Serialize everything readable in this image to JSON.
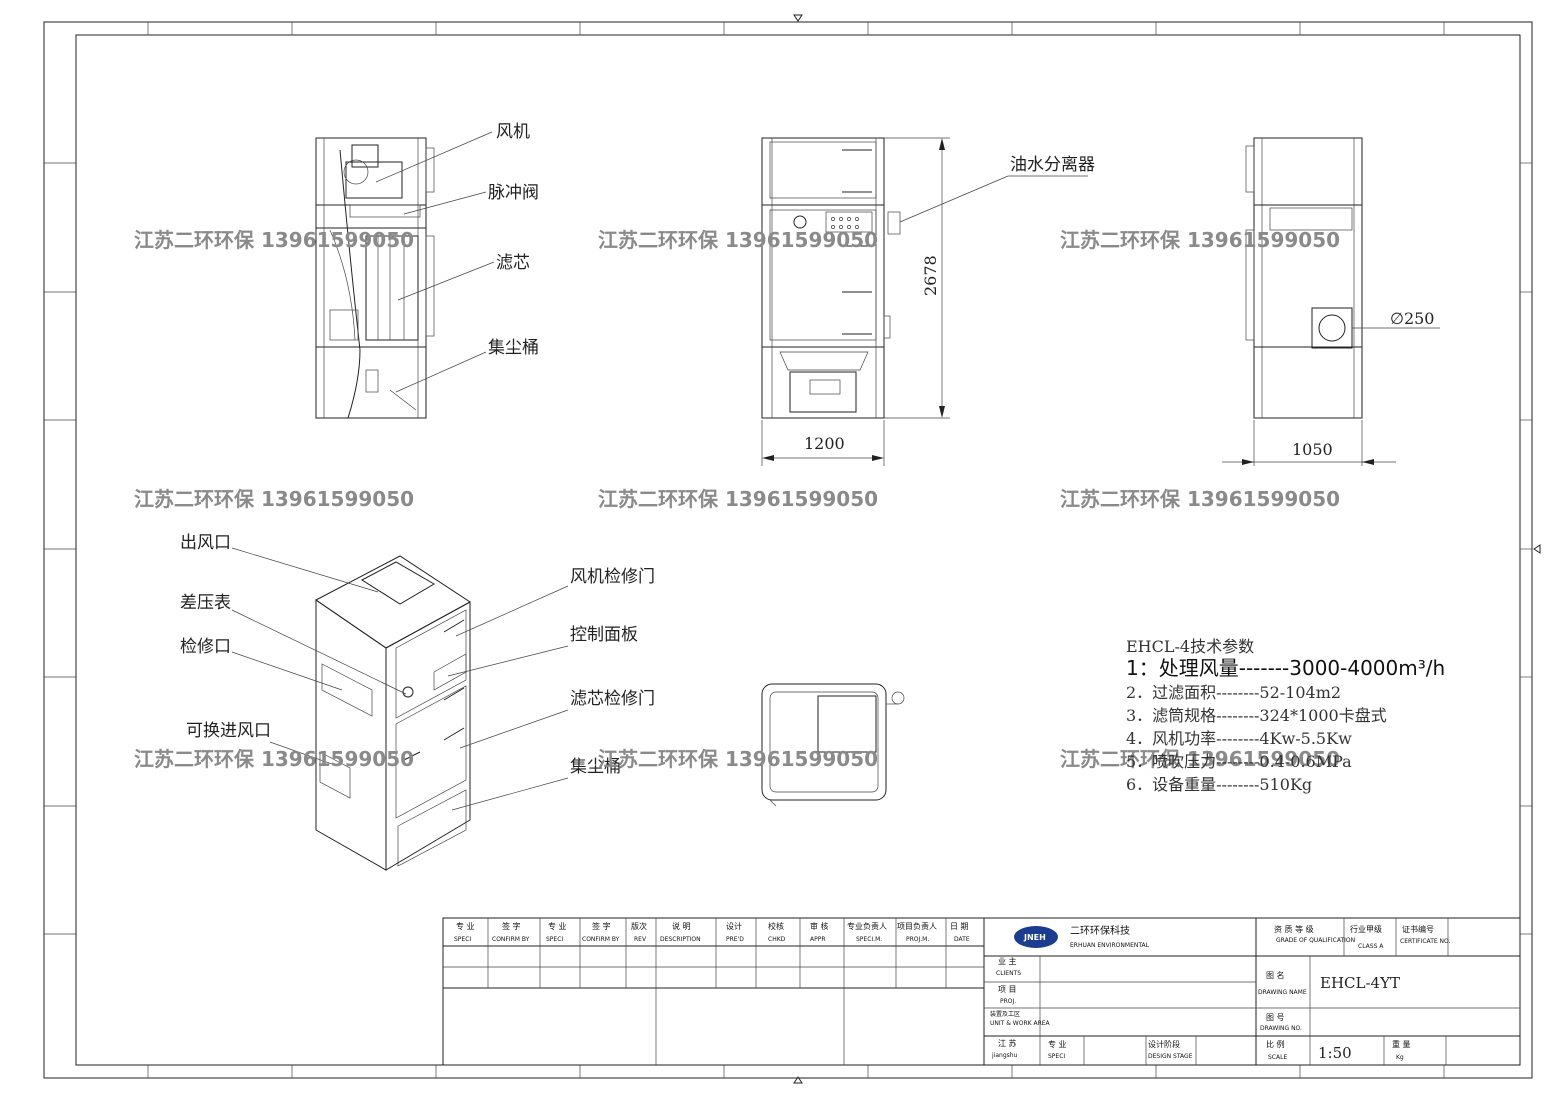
{
  "front_view": {
    "labels": [
      "风机",
      "脉冲阀",
      "滤芯",
      "集尘桶"
    ]
  },
  "side_view": {
    "label": "油水分离器",
    "height_dim": "2678",
    "width_dim": "1200"
  },
  "right_view": {
    "diameter_dim": "∅250",
    "width_dim": "1050"
  },
  "iso_view": {
    "labels_left": [
      "出风口",
      "差压表",
      "检修口",
      "可换进风口"
    ],
    "labels_right": [
      "风机检修门",
      "控制面板",
      "滤芯检修门",
      "集尘桶"
    ]
  },
  "watermark": "江苏二环环保 13961599050",
  "specs": {
    "title": "EHCL-4技术参数",
    "items": [
      "1：处理风量-------3000-4000m³/h",
      "2．过滤面积--------52-104m2",
      "3．滤筒规格--------324*1000卡盘式",
      "4．风机功率--------4Kw-5.5Kw",
      "5．喷吹压力--------0.4-0.6MPa",
      "6．设备重量--------510Kg"
    ]
  },
  "title_block": {
    "rev_headers": [
      {
        "cn": "专 业",
        "en": "SPECI"
      },
      {
        "cn": "签 字",
        "en": "CONFIRM BY"
      },
      {
        "cn": "专 业",
        "en": "SPECI"
      },
      {
        "cn": "签 字",
        "en": "CONFIRM BY"
      },
      {
        "cn": "版次",
        "en": "REV"
      },
      {
        "cn": "说  明",
        "en": "DESCRIPTION"
      },
      {
        "cn": "设计",
        "en": "PRE'D"
      },
      {
        "cn": "校核",
        "en": "CHKD"
      },
      {
        "cn": "审 核",
        "en": "APPR"
      },
      {
        "cn": "专业负责人",
        "en": "SPECI.M."
      },
      {
        "cn": "项目负责人",
        "en": "PROJ.M."
      },
      {
        "cn": "日 期",
        "en": "DATE"
      }
    ],
    "logo_text": "JNEH",
    "company_cn": "二环环保科技",
    "company_en": "ERHUAN ENVIRONMENTAL",
    "grade_cn": "资 质 等 级",
    "grade_en": "GRADE OF QUALIFICATION",
    "class_cn": "行业甲级",
    "class_en": "CLASS A",
    "cert_cn": "证书编号",
    "cert_en": "CERTIFICATE NO.",
    "clients_cn": "业 主",
    "clients_en": "CLIENTS",
    "proj_cn": "项 目",
    "proj_en": "PROJ.",
    "area_cn": "装置及工区",
    "area_en": "UNIT & WORK AREA",
    "province_cn": "江 苏",
    "province_en": "jiangshu",
    "speci_cn": "专 业",
    "speci_en": "SPECI",
    "stage_cn": "设计阶段",
    "stage_en": "DESIGN STAGE",
    "drawing_name_cn": "图 名",
    "drawing_name_en": "DRAWING NAME",
    "drawing_name": "EHCL-4YT",
    "drawing_no_cn": "图 号",
    "drawing_no_en": "DRAWING NO.",
    "scale_cn": "比 例",
    "scale_en": "SCALE",
    "scale": "1:50",
    "weight_cn": "重 量",
    "weight_en": "Kg"
  }
}
